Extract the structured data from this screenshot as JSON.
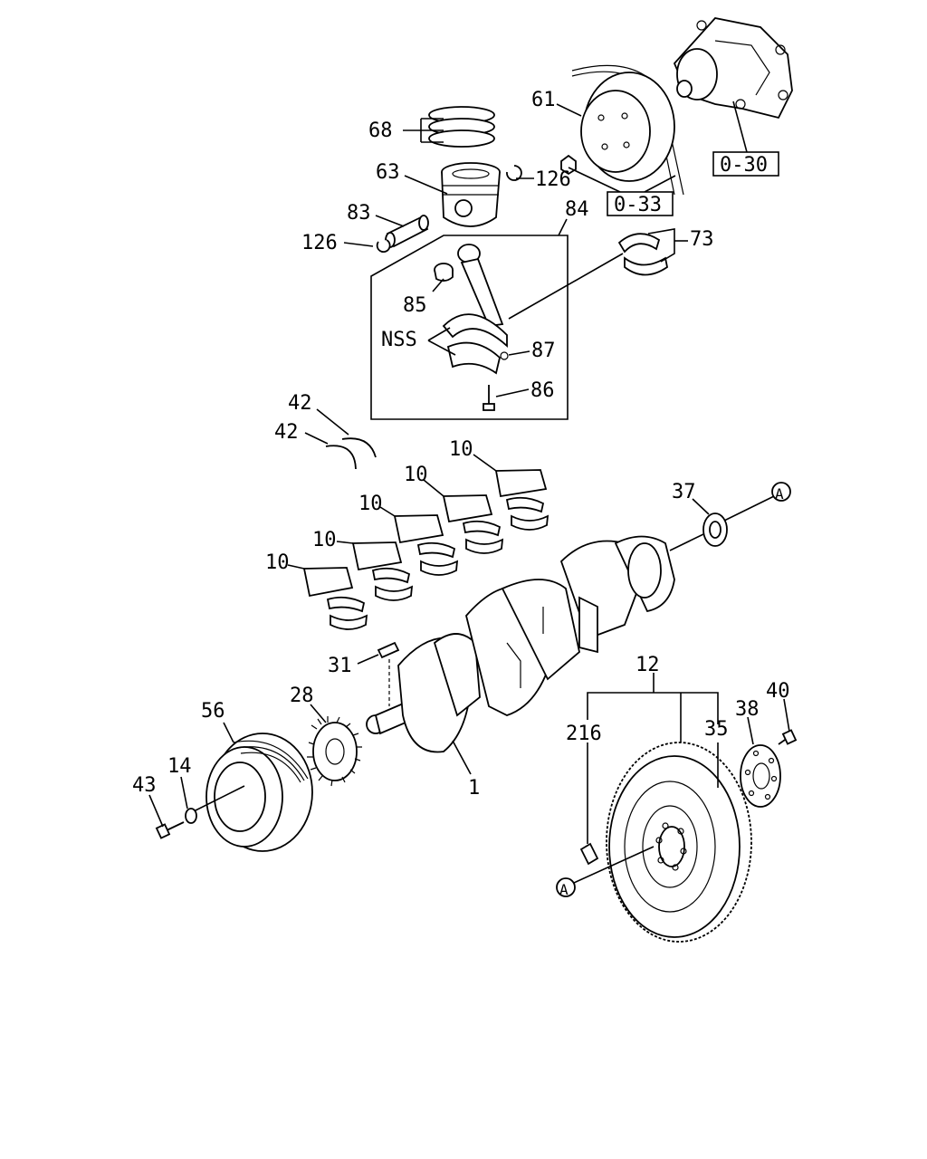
{
  "callouts": {
    "p1": "1",
    "p10a": "10",
    "p10b": "10",
    "p10c": "10",
    "p10d": "10",
    "p10e": "10",
    "p12": "12",
    "p14": "14",
    "p28": "28",
    "p31": "31",
    "p35": "35",
    "p37": "37",
    "p38": "38",
    "p40": "40",
    "p42a": "42",
    "p42b": "42",
    "p43": "43",
    "p56": "56",
    "p61": "61",
    "p63": "63",
    "p68": "68",
    "p73": "73",
    "p83": "83",
    "p84": "84",
    "p85": "85",
    "p86": "86",
    "p87": "87",
    "p126a": "126",
    "p126b": "126",
    "p216": "216",
    "nss": "NSS"
  },
  "refs": {
    "ref_030": "0-30",
    "ref_033": "0-33"
  },
  "markers": {
    "a_top": "A",
    "a_bottom": "A"
  }
}
